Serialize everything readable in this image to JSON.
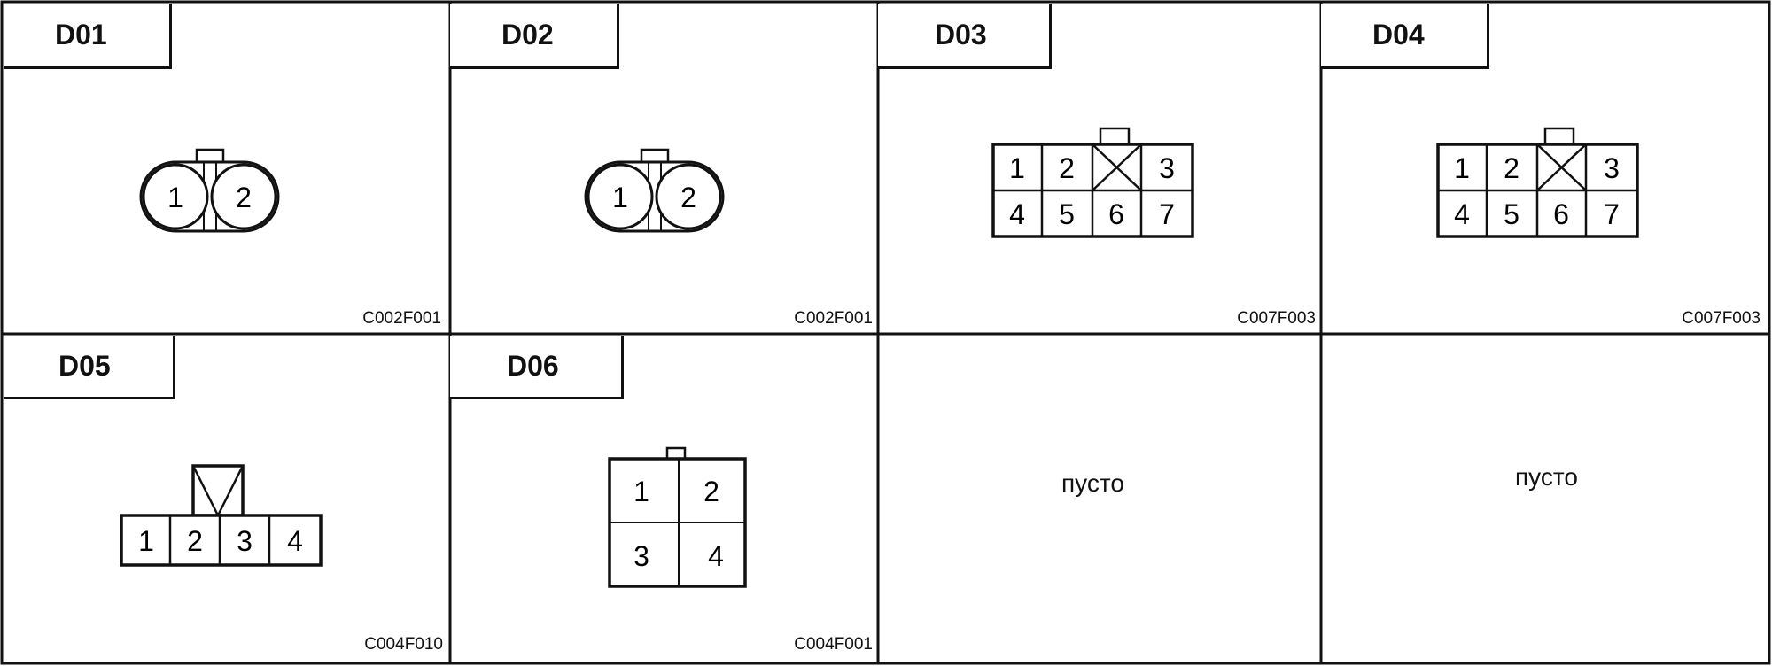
{
  "panels": [
    {
      "id": "D01",
      "code": "C002F001",
      "pins": [
        "1",
        "2"
      ]
    },
    {
      "id": "D02",
      "code": "C002F001",
      "pins": [
        "1",
        "2"
      ]
    },
    {
      "id": "D03",
      "code": "C007F003",
      "pins": [
        "1",
        "2",
        "3",
        "4",
        "5",
        "6",
        "7"
      ]
    },
    {
      "id": "D04",
      "code": "C007F003",
      "pins": [
        "1",
        "2",
        "3",
        "4",
        "5",
        "6",
        "7"
      ]
    },
    {
      "id": "D05",
      "code": "C004F010",
      "pins": [
        "1",
        "2",
        "3",
        "4"
      ]
    },
    {
      "id": "D06",
      "code": "C004F001",
      "pins": [
        "1",
        "2",
        "3",
        "4"
      ]
    },
    {
      "empty_label": "пусто"
    },
    {
      "empty_label": "пусто"
    }
  ],
  "colors": {
    "line": "#111111",
    "background": "#ffffff"
  }
}
